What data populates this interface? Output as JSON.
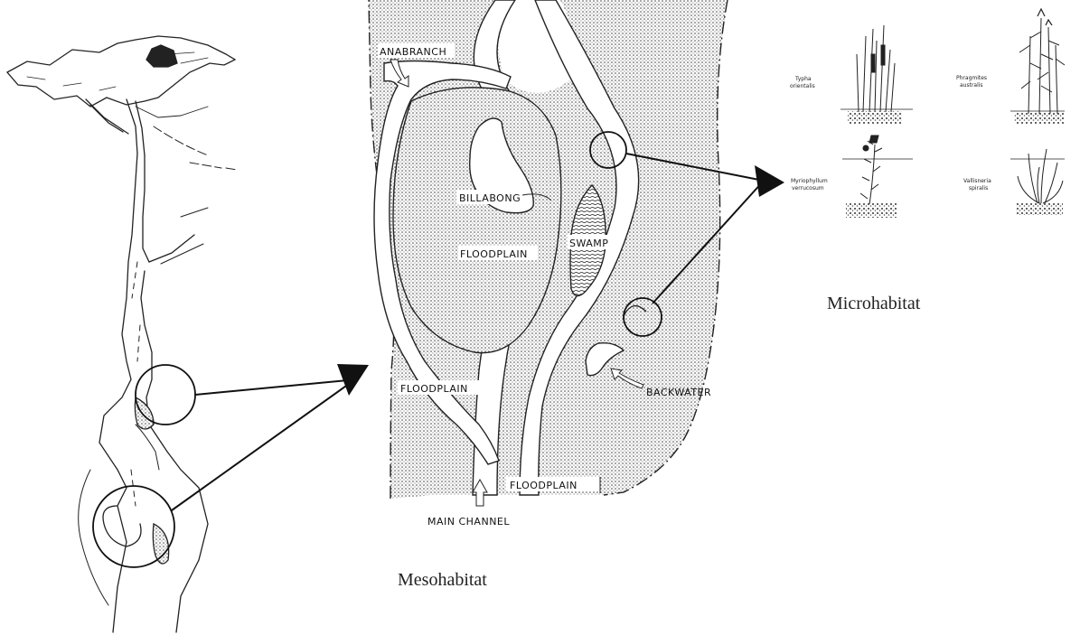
{
  "mesohabitat": {
    "labels": {
      "anabranch": "ANABRANCH",
      "billabong": "BILLABONG",
      "floodplain_center": "FLOODPLAIN",
      "swamp": "SWAMP",
      "floodplain_left": "FLOODPLAIN",
      "backwater": "BACKWATER",
      "floodplain_bottom": "FLOODPLAIN",
      "main_channel": "MAIN CHANNEL"
    },
    "caption": "Mesohabitat"
  },
  "microhabitat": {
    "plants": {
      "typha": [
        "Typha",
        "orientalis"
      ],
      "phragmites": [
        "Phragmites",
        "australis"
      ],
      "myriophyllum": [
        "Myriophyllum",
        "verrucosum"
      ],
      "vallisneria": [
        "Vallisneria",
        "spiralis"
      ]
    },
    "caption": "Microhabitat"
  }
}
